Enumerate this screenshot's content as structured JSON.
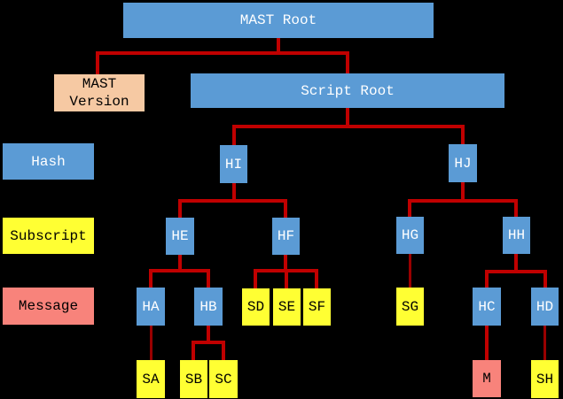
{
  "colors": {
    "background": "#000000",
    "hash_blue": "#5b9bd5",
    "subscript_yellow": "#ffff33",
    "message_salmon": "#f8837b",
    "version_peach": "#f6c9a3",
    "edge_red": "#c00000",
    "edge_dark_red": "#990000",
    "text_on_blue": "#ffffff",
    "text_on_light": "#000000"
  },
  "legend": {
    "hash_label": "Hash",
    "subscript_label": "Subscript",
    "message_label": "Message"
  },
  "nodes": {
    "mast_root": "MAST Root",
    "mast_version": "MAST Version",
    "script_root": "Script Root",
    "hi": "HI",
    "hj": "HJ",
    "he": "HE",
    "hf": "HF",
    "hg": "HG",
    "hh": "HH",
    "ha": "HA",
    "hb": "HB",
    "sd": "SD",
    "se": "SE",
    "sf": "SF",
    "sg": "SG",
    "hc": "HC",
    "hd": "HD",
    "sa": "SA",
    "sb": "SB",
    "sc": "SC",
    "m": "M",
    "sh": "SH"
  },
  "edges": [
    [
      "MAST Root",
      "MAST Version"
    ],
    [
      "MAST Root",
      "Script Root"
    ],
    [
      "Script Root",
      "HI"
    ],
    [
      "Script Root",
      "HJ"
    ],
    [
      "HI",
      "HE"
    ],
    [
      "HI",
      "HF"
    ],
    [
      "HJ",
      "HG"
    ],
    [
      "HJ",
      "HH"
    ],
    [
      "HE",
      "HA"
    ],
    [
      "HE",
      "HB"
    ],
    [
      "HF",
      "SD"
    ],
    [
      "HF",
      "SE"
    ],
    [
      "HF",
      "SF"
    ],
    [
      "HG",
      "SG"
    ],
    [
      "HH",
      "HC"
    ],
    [
      "HH",
      "HD"
    ],
    [
      "HA",
      "SA"
    ],
    [
      "HB",
      "SB"
    ],
    [
      "HB",
      "SC"
    ],
    [
      "HC",
      "M"
    ],
    [
      "HD",
      "SH"
    ]
  ]
}
